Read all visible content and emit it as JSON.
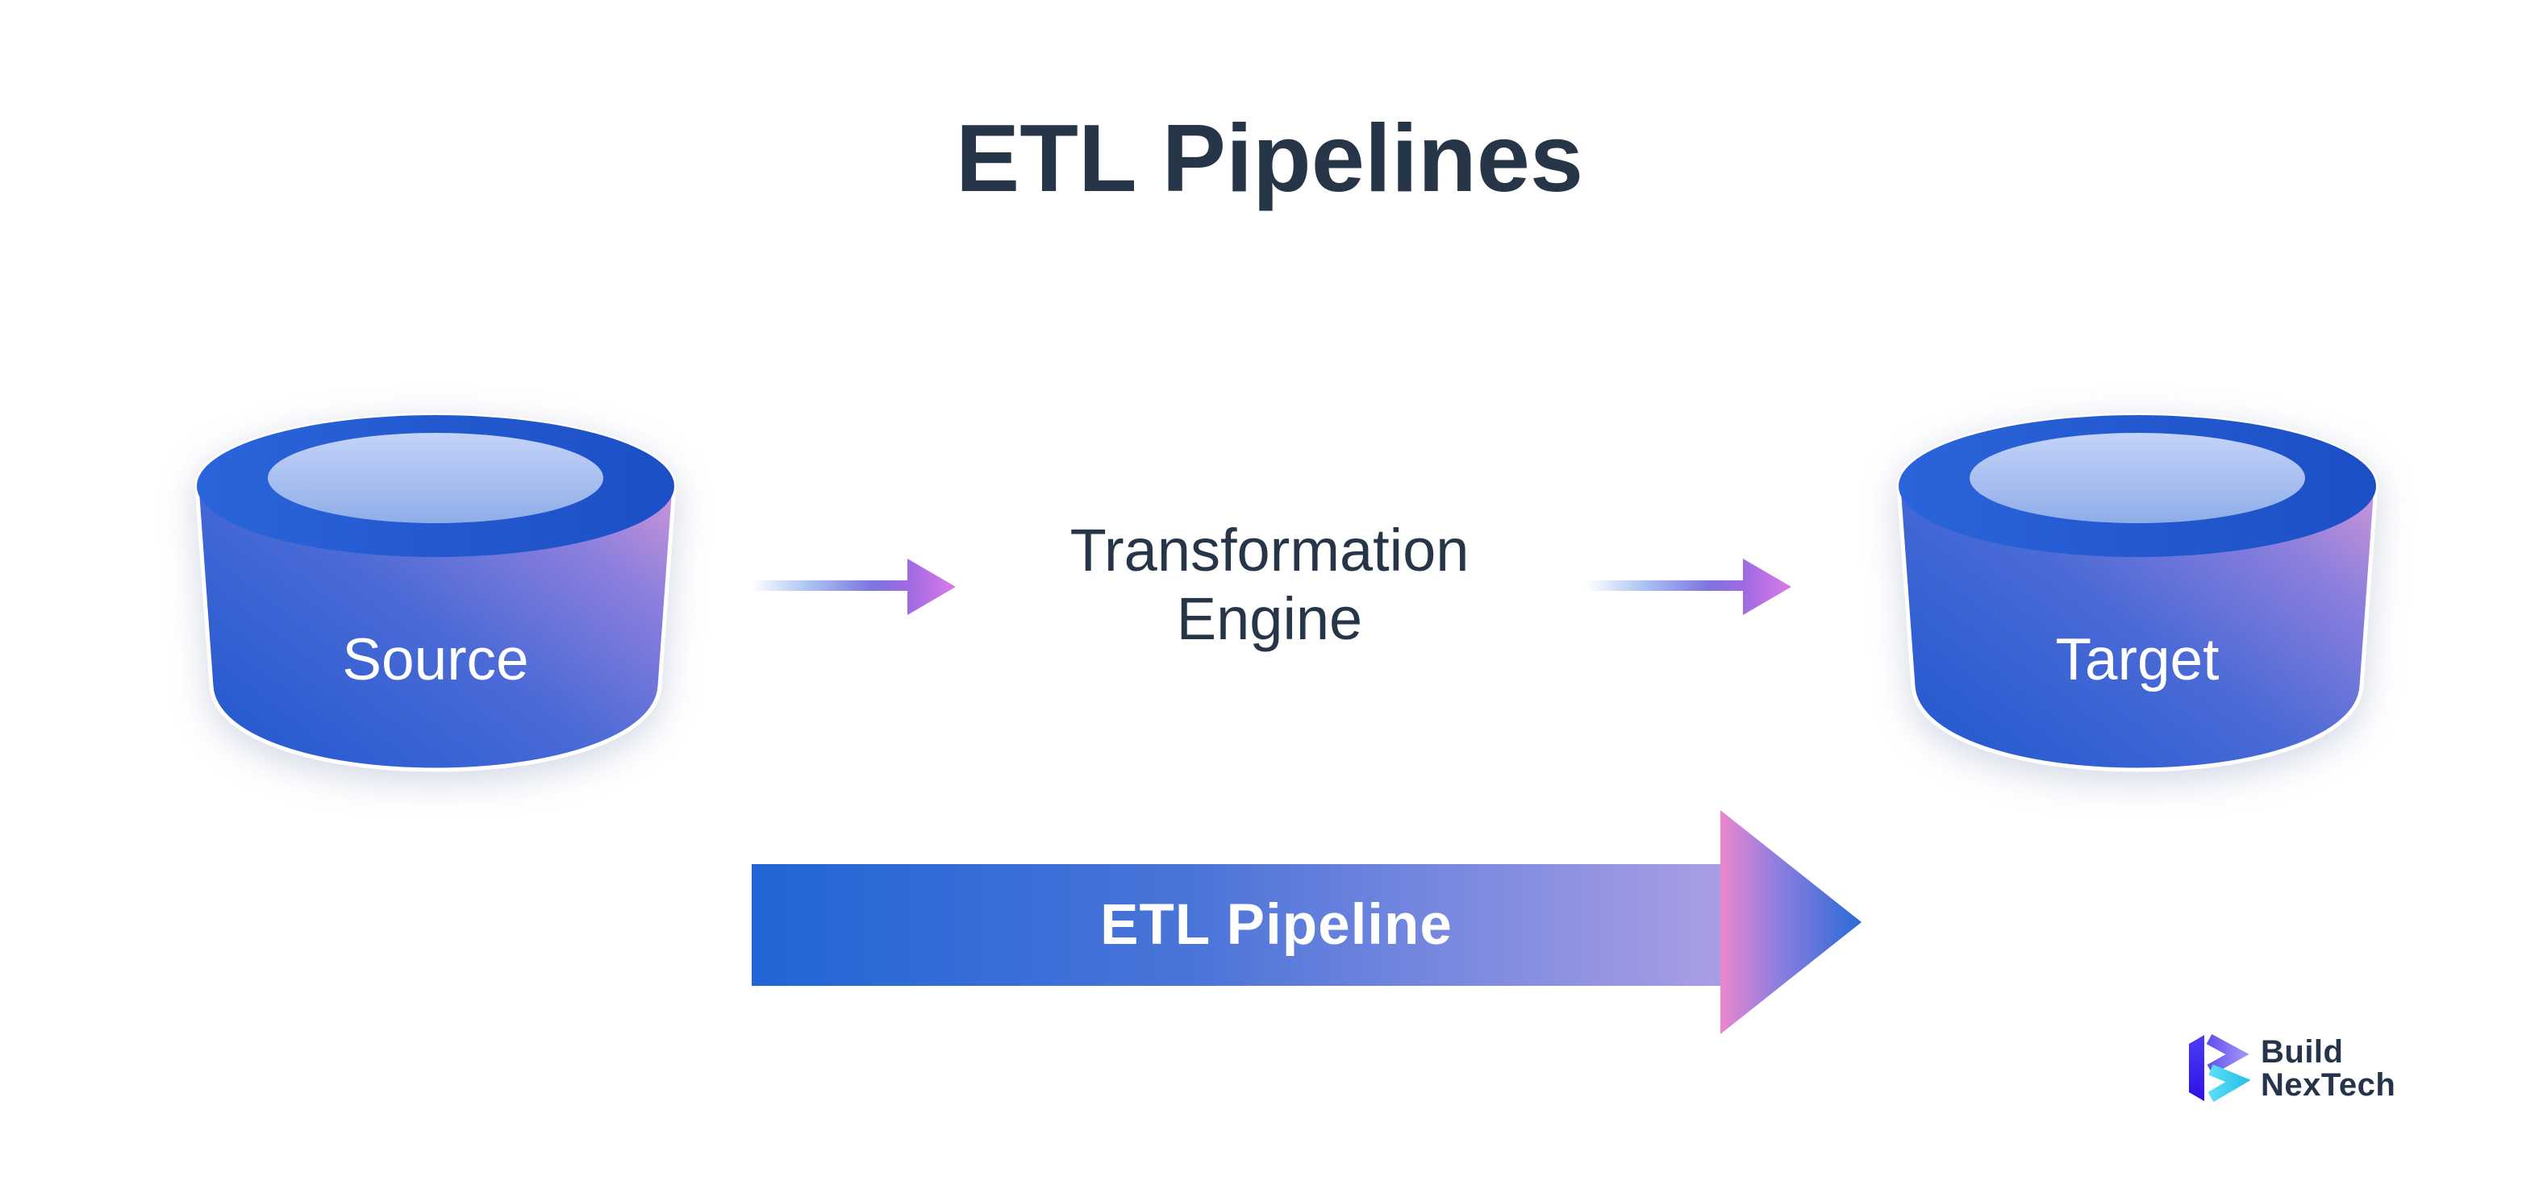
{
  "title": "ETL Pipelines",
  "diagram": {
    "source": {
      "label": "Source"
    },
    "transformation_engine": {
      "line1": "Transformation",
      "line2": "Engine"
    },
    "target": {
      "label": "Target"
    },
    "etl_pipeline_arrow": {
      "label": "ETL Pipeline"
    }
  },
  "logo": {
    "line1": "Build",
    "line2": "NexTech"
  },
  "icons": {
    "source": "database-cylinder",
    "target": "database-cylinder",
    "flow": "arrow-right",
    "pipeline": "arrow-right-large",
    "brand": "hexagon-b-mark"
  },
  "colors": {
    "heading_text": "#263548",
    "label_text": "#ffffff",
    "cylinder_blue": "#1e57ce",
    "cylinder_blue2": "#4a6ad6",
    "cylinder_violet": "#8c7fdd",
    "cylinder_pink": "#f0a4d5",
    "cylinder_rim_left": "#2b64da",
    "cylinder_rim_right": "#1c4fc6",
    "cylinder_top_light": "#c4d3f7",
    "cylinder_top_deep": "#8fade9",
    "small_arrow_start": "#ffffff",
    "small_arrow_mid": "#a9c1f2",
    "small_arrow_end": "#7d74e1",
    "small_head_start": "#9f6ae2",
    "small_head_end": "#d97be7",
    "big_arrow_start": "#2066d4",
    "big_arrow_mid": "#4a74d9",
    "big_arrow_end": "#a99ee5",
    "big_head_start": "#ec87cc",
    "big_head_mid": "#8a7ee0",
    "big_head_end": "#2a6ad6",
    "logo_indigo_top": "#4b3ef2",
    "logo_indigo_bottom": "#2d10e5",
    "logo_purple_start": "#5b4bee",
    "logo_purple_end": "#9c8ef7",
    "logo_cyan_start": "#63e2f7",
    "logo_cyan_end": "#2cc4ea",
    "logo_text": "#26334a"
  }
}
